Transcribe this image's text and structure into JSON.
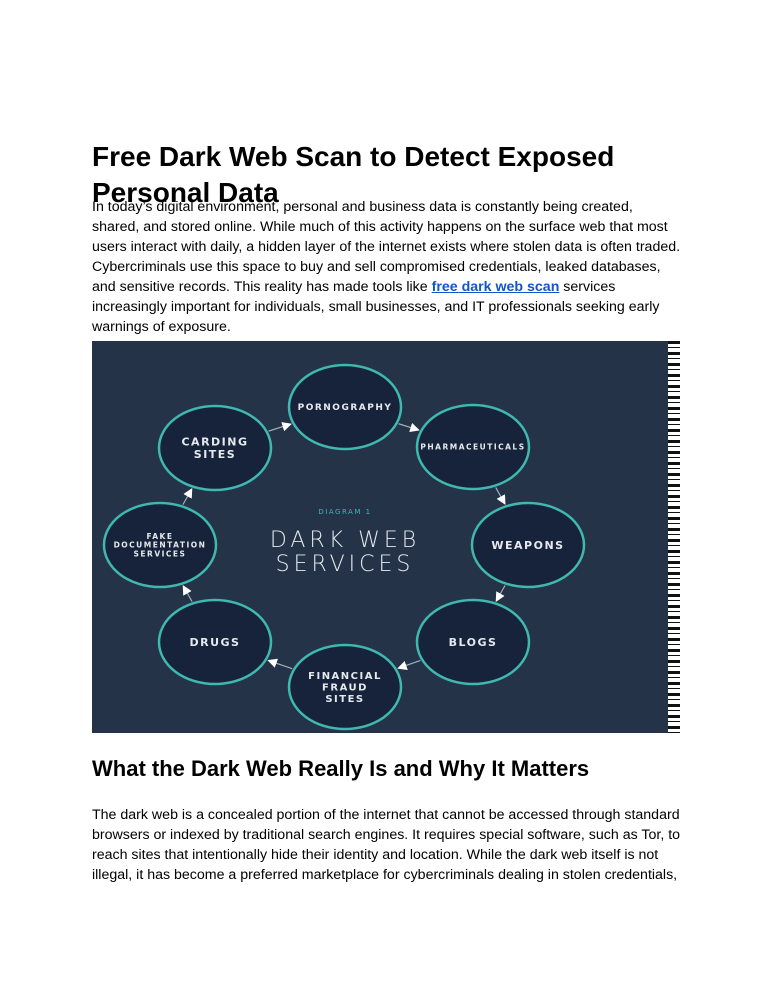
{
  "title": "Free Dark Web Scan to Detect Exposed Personal Data",
  "intro": {
    "before_link": "In today’s digital environment, personal and business data is constantly being created, shared, and stored online. While much of this activity happens on the surface web that most users interact with daily, a hidden layer of the internet exists where stolen data is often traded. Cybercriminals use this space to buy and sell compromised credentials, leaked databases, and sensitive records. This reality has made tools like ",
    "link_text": "free dark web scan",
    "after_link": " services increasingly important for individuals, small businesses, and IT professionals seeking early warnings of exposure."
  },
  "diagram": {
    "label": "DIAGRAM 1",
    "title_line1": "DARK WEB",
    "title_line2": "SERVICES",
    "nodes": [
      {
        "lines": [
          "PORNOGRAPHY"
        ]
      },
      {
        "lines": [
          "PHARMACEUTICALS"
        ]
      },
      {
        "lines": [
          "WEAPONS"
        ]
      },
      {
        "lines": [
          "BLOGS"
        ]
      },
      {
        "lines": [
          "FINANCIAL",
          "FRAUD",
          "SITES"
        ]
      },
      {
        "lines": [
          "DRUGS"
        ]
      },
      {
        "lines": [
          "FAKE",
          "DOCUMENTATION",
          "SERVICES"
        ]
      },
      {
        "lines": [
          "CARDING",
          "SITES"
        ]
      }
    ],
    "colors": {
      "background": "#243347",
      "node_fill": "#16233a",
      "node_stroke": "#3fb8b0",
      "accent_text": "#3fb8b0"
    }
  },
  "section2": {
    "heading": "What the Dark Web Really Is and Why It Matters",
    "body": "The dark web is a concealed portion of the internet that cannot be accessed through standard browsers or indexed by traditional search engines. It requires special software, such as Tor, to reach sites that intentionally hide their identity and location. While the dark web itself is not illegal, it has become a preferred marketplace for cybercriminals dealing in stolen credentials,"
  }
}
